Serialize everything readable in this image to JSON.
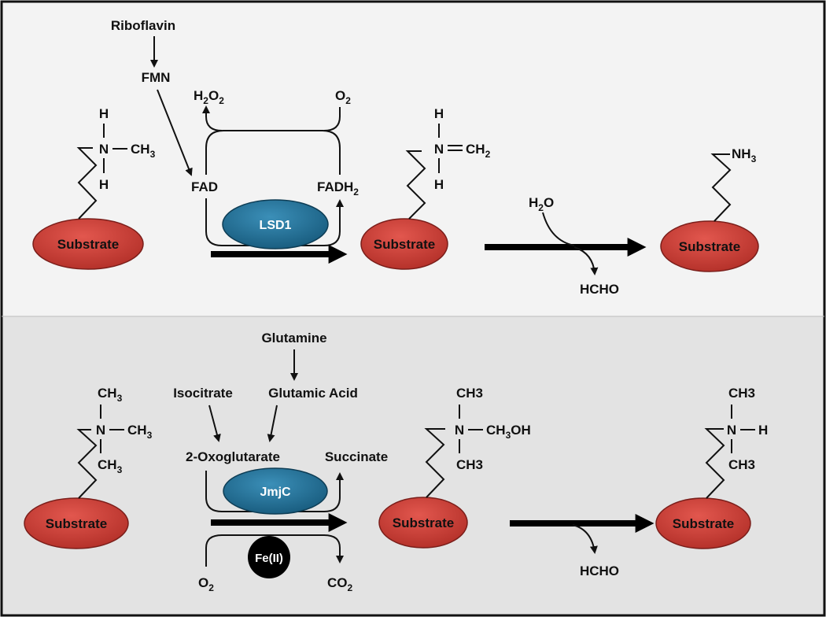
{
  "colors": {
    "top_panel": "#f3f3f3",
    "bottom_panel": "#e3e3e3",
    "substrate": "#c93a32",
    "enzyme": "#1f6f96",
    "cofactor": "#000000"
  },
  "top": {
    "riboflavin": "Riboflavin",
    "fmn": "FMN",
    "fad": "FAD",
    "fadh2": {
      "base": "FADH",
      "sub": "2"
    },
    "h2o2": {
      "a": "H",
      "s1": "2",
      "b": "O",
      "s2": "2"
    },
    "o2": {
      "base": "O",
      "sub": "2"
    },
    "enzyme": "LSD1",
    "sub1": {
      "h_top": "H",
      "n": "N",
      "ch3": "CH",
      "ch3_sub": "3",
      "h_bot": "H",
      "substrate": "Substrate"
    },
    "sub2": {
      "h_top": "H",
      "n": "N",
      "ch2": "CH",
      "ch2_sub": "2",
      "h_bot": "H",
      "substrate": "Substrate"
    },
    "h2o": {
      "a": "H",
      "sub": "2",
      "b": "O"
    },
    "hcho": "HCHO",
    "sub3": {
      "nh3": "NH",
      "nh3_sub": "3",
      "substrate": "Substrate"
    }
  },
  "bottom": {
    "glutamine": "Glutamine",
    "isocitrate": "Isocitrate",
    "glutamic_acid": "Glutamic Acid",
    "oxoglutarate": "2-Oxoglutarate",
    "succinate": "Succinate",
    "enzyme": "JmjC",
    "cofactor": "Fe(II)",
    "o2": {
      "base": "O",
      "sub": "2"
    },
    "co2": {
      "base": "CO",
      "sub": "2"
    },
    "sub1": {
      "ch3_top": "CH",
      "ch3_top_sub": "3",
      "n": "N",
      "ch3_right": "CH",
      "ch3_right_sub": "3",
      "ch3_bot": "CH",
      "ch3_bot_sub": "3",
      "substrate": "Substrate"
    },
    "sub2": {
      "ch3_top": "CH3",
      "n": "N",
      "ch2oh_a": "CH",
      "ch2oh_sub": "3",
      "ch2oh_b": "OH",
      "ch3_bot": "CH3",
      "substrate": "Substrate"
    },
    "hcho": "HCHO",
    "sub3": {
      "ch3_top": "CH3",
      "n": "N",
      "h": "H",
      "ch3_bot": "CH3",
      "substrate": "Substrate"
    }
  }
}
